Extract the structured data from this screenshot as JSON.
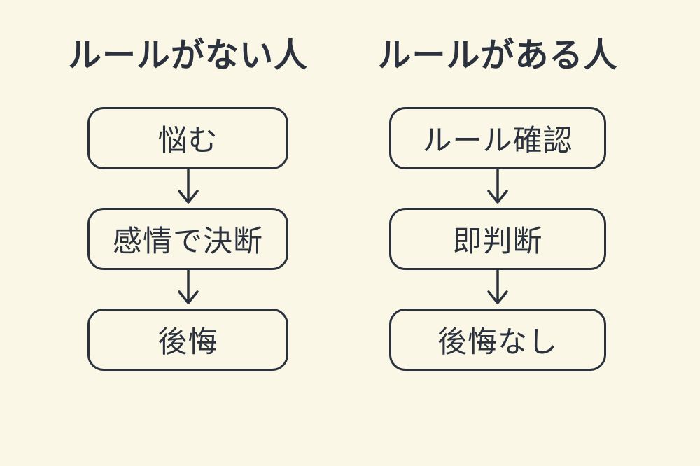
{
  "colors": {
    "background": "#FAF7E6",
    "ink": "#2B323D"
  },
  "columns": [
    {
      "id": "no-rules",
      "title": "ルールがない人",
      "steps": [
        "悩む",
        "感情で決断",
        "後悔"
      ]
    },
    {
      "id": "has-rules",
      "title": "ルールがある人",
      "steps": [
        "ルール確認",
        "即判断",
        "後悔なし"
      ]
    }
  ]
}
